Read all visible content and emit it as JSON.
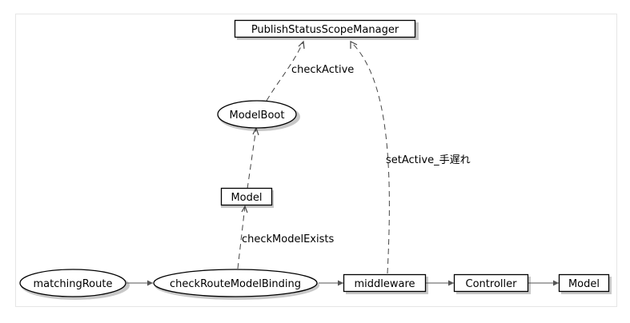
{
  "nodes": {
    "publish_status_scope_manager": "PublishStatusScopeManager",
    "model_boot": "ModelBoot",
    "model_mid": "Model",
    "matching_route": "matchingRoute",
    "check_route_model_binding": "checkRouteModelBinding",
    "middleware": "middleware",
    "controller": "Controller",
    "model_end": "Model"
  },
  "edges": {
    "check_active": "checkActive",
    "set_active": "setActive_手遅れ",
    "check_model_exists": "checkModelExists"
  },
  "colors": {
    "background": "#ffffff",
    "frame": "#e6e6e6",
    "node_fill": "#ffffff",
    "node_stroke": "#000000",
    "edge": "#444444"
  }
}
